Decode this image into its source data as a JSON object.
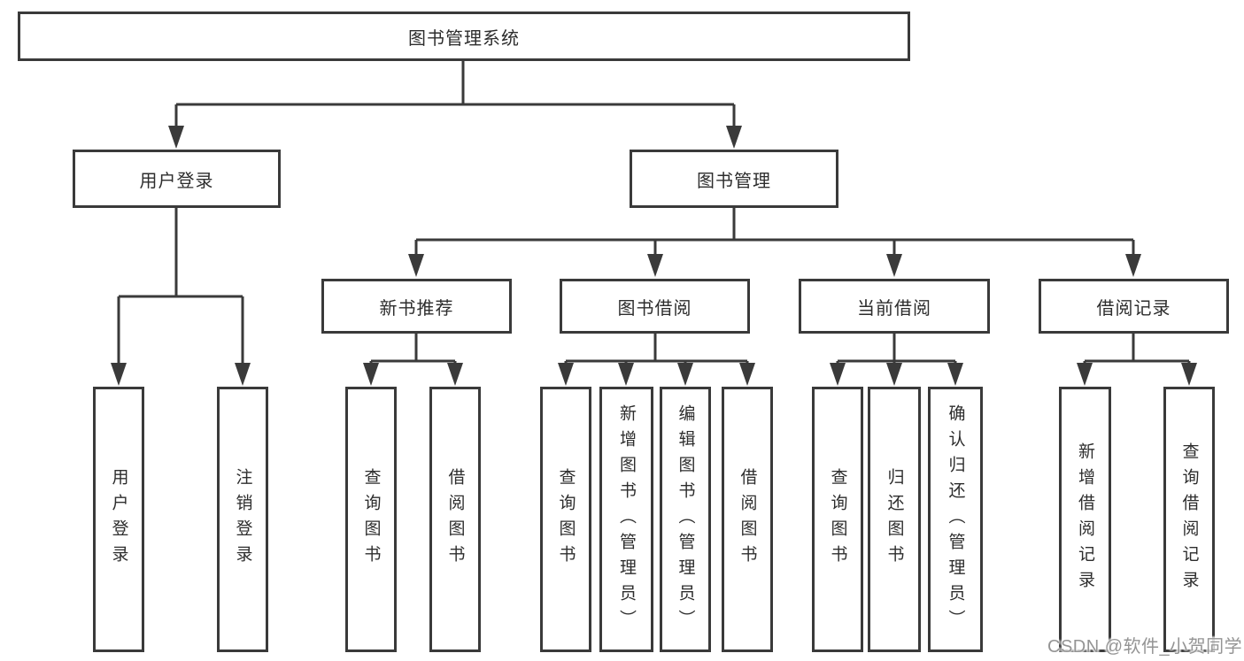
{
  "diagram": {
    "root": {
      "label": "图书管理系统"
    },
    "branches": {
      "userLogin": {
        "label": "用户登录",
        "children": [
          {
            "label": "用户登录"
          },
          {
            "label": "注销登录"
          }
        ]
      },
      "bookMgmt": {
        "label": "图书管理",
        "children": [
          {
            "label": "新书推荐",
            "children": [
              {
                "label": "查询图书"
              },
              {
                "label": "借阅图书"
              }
            ]
          },
          {
            "label": "图书借阅",
            "children": [
              {
                "label": "查询图书"
              },
              {
                "label": "新增图书（管理员）"
              },
              {
                "label": "编辑图书（管理员）"
              },
              {
                "label": "借阅图书"
              }
            ]
          },
          {
            "label": "当前借阅",
            "children": [
              {
                "label": "查询图书"
              },
              {
                "label": "归还图书"
              },
              {
                "label": "确认归还（管理员）"
              }
            ]
          },
          {
            "label": "借阅记录",
            "children": [
              {
                "label": "新增借阅记录"
              },
              {
                "label": "查询借阅记录"
              }
            ]
          }
        ]
      }
    },
    "watermark": "CSDN @软件_小贺同学",
    "colors": {
      "line": "#3a3a3a",
      "text": "#2d2d2d",
      "watermark": "#949494",
      "background": "#ffffff"
    }
  }
}
